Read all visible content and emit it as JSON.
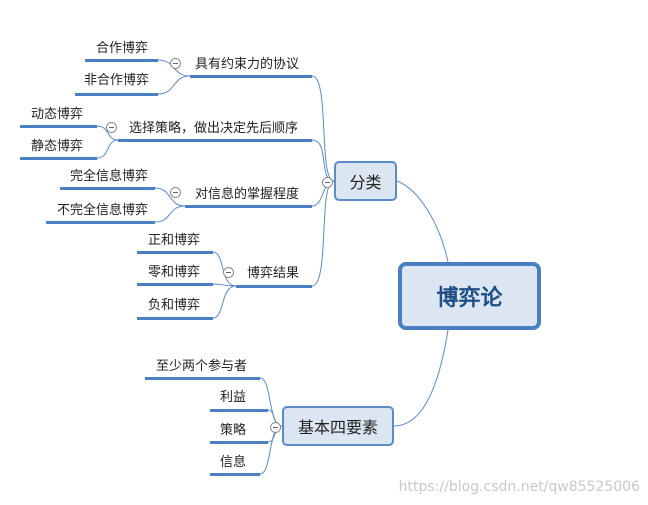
{
  "root": "博弈论",
  "categories": {
    "fenlei": "分类",
    "yaosu": "基本四要素"
  },
  "branches": {
    "yueshu": {
      "label": "具有约束力的协议",
      "children": [
        "合作博弈",
        "非合作博弈"
      ]
    },
    "celue": {
      "label": "选择策略，做出决定先后顺序",
      "children": [
        "动态博弈",
        "静态博弈"
      ]
    },
    "xinxi": {
      "label": "对信息的掌握程度",
      "children": [
        "完全信息博弈",
        "不完全信息博弈"
      ]
    },
    "jieguo": {
      "label": "博弈结果",
      "children": [
        "正和博弈",
        "零和博弈",
        "负和博弈"
      ]
    }
  },
  "elements": [
    "至少两个参与者",
    "利益",
    "策略",
    "信息"
  ],
  "watermark": "https://blog.csdn.net/qw85525006",
  "colors": {
    "line": "#4a7fc1",
    "connector": "#5b8bc9",
    "box_fill": "#dce6f3",
    "root_text": "#1f4f86"
  }
}
